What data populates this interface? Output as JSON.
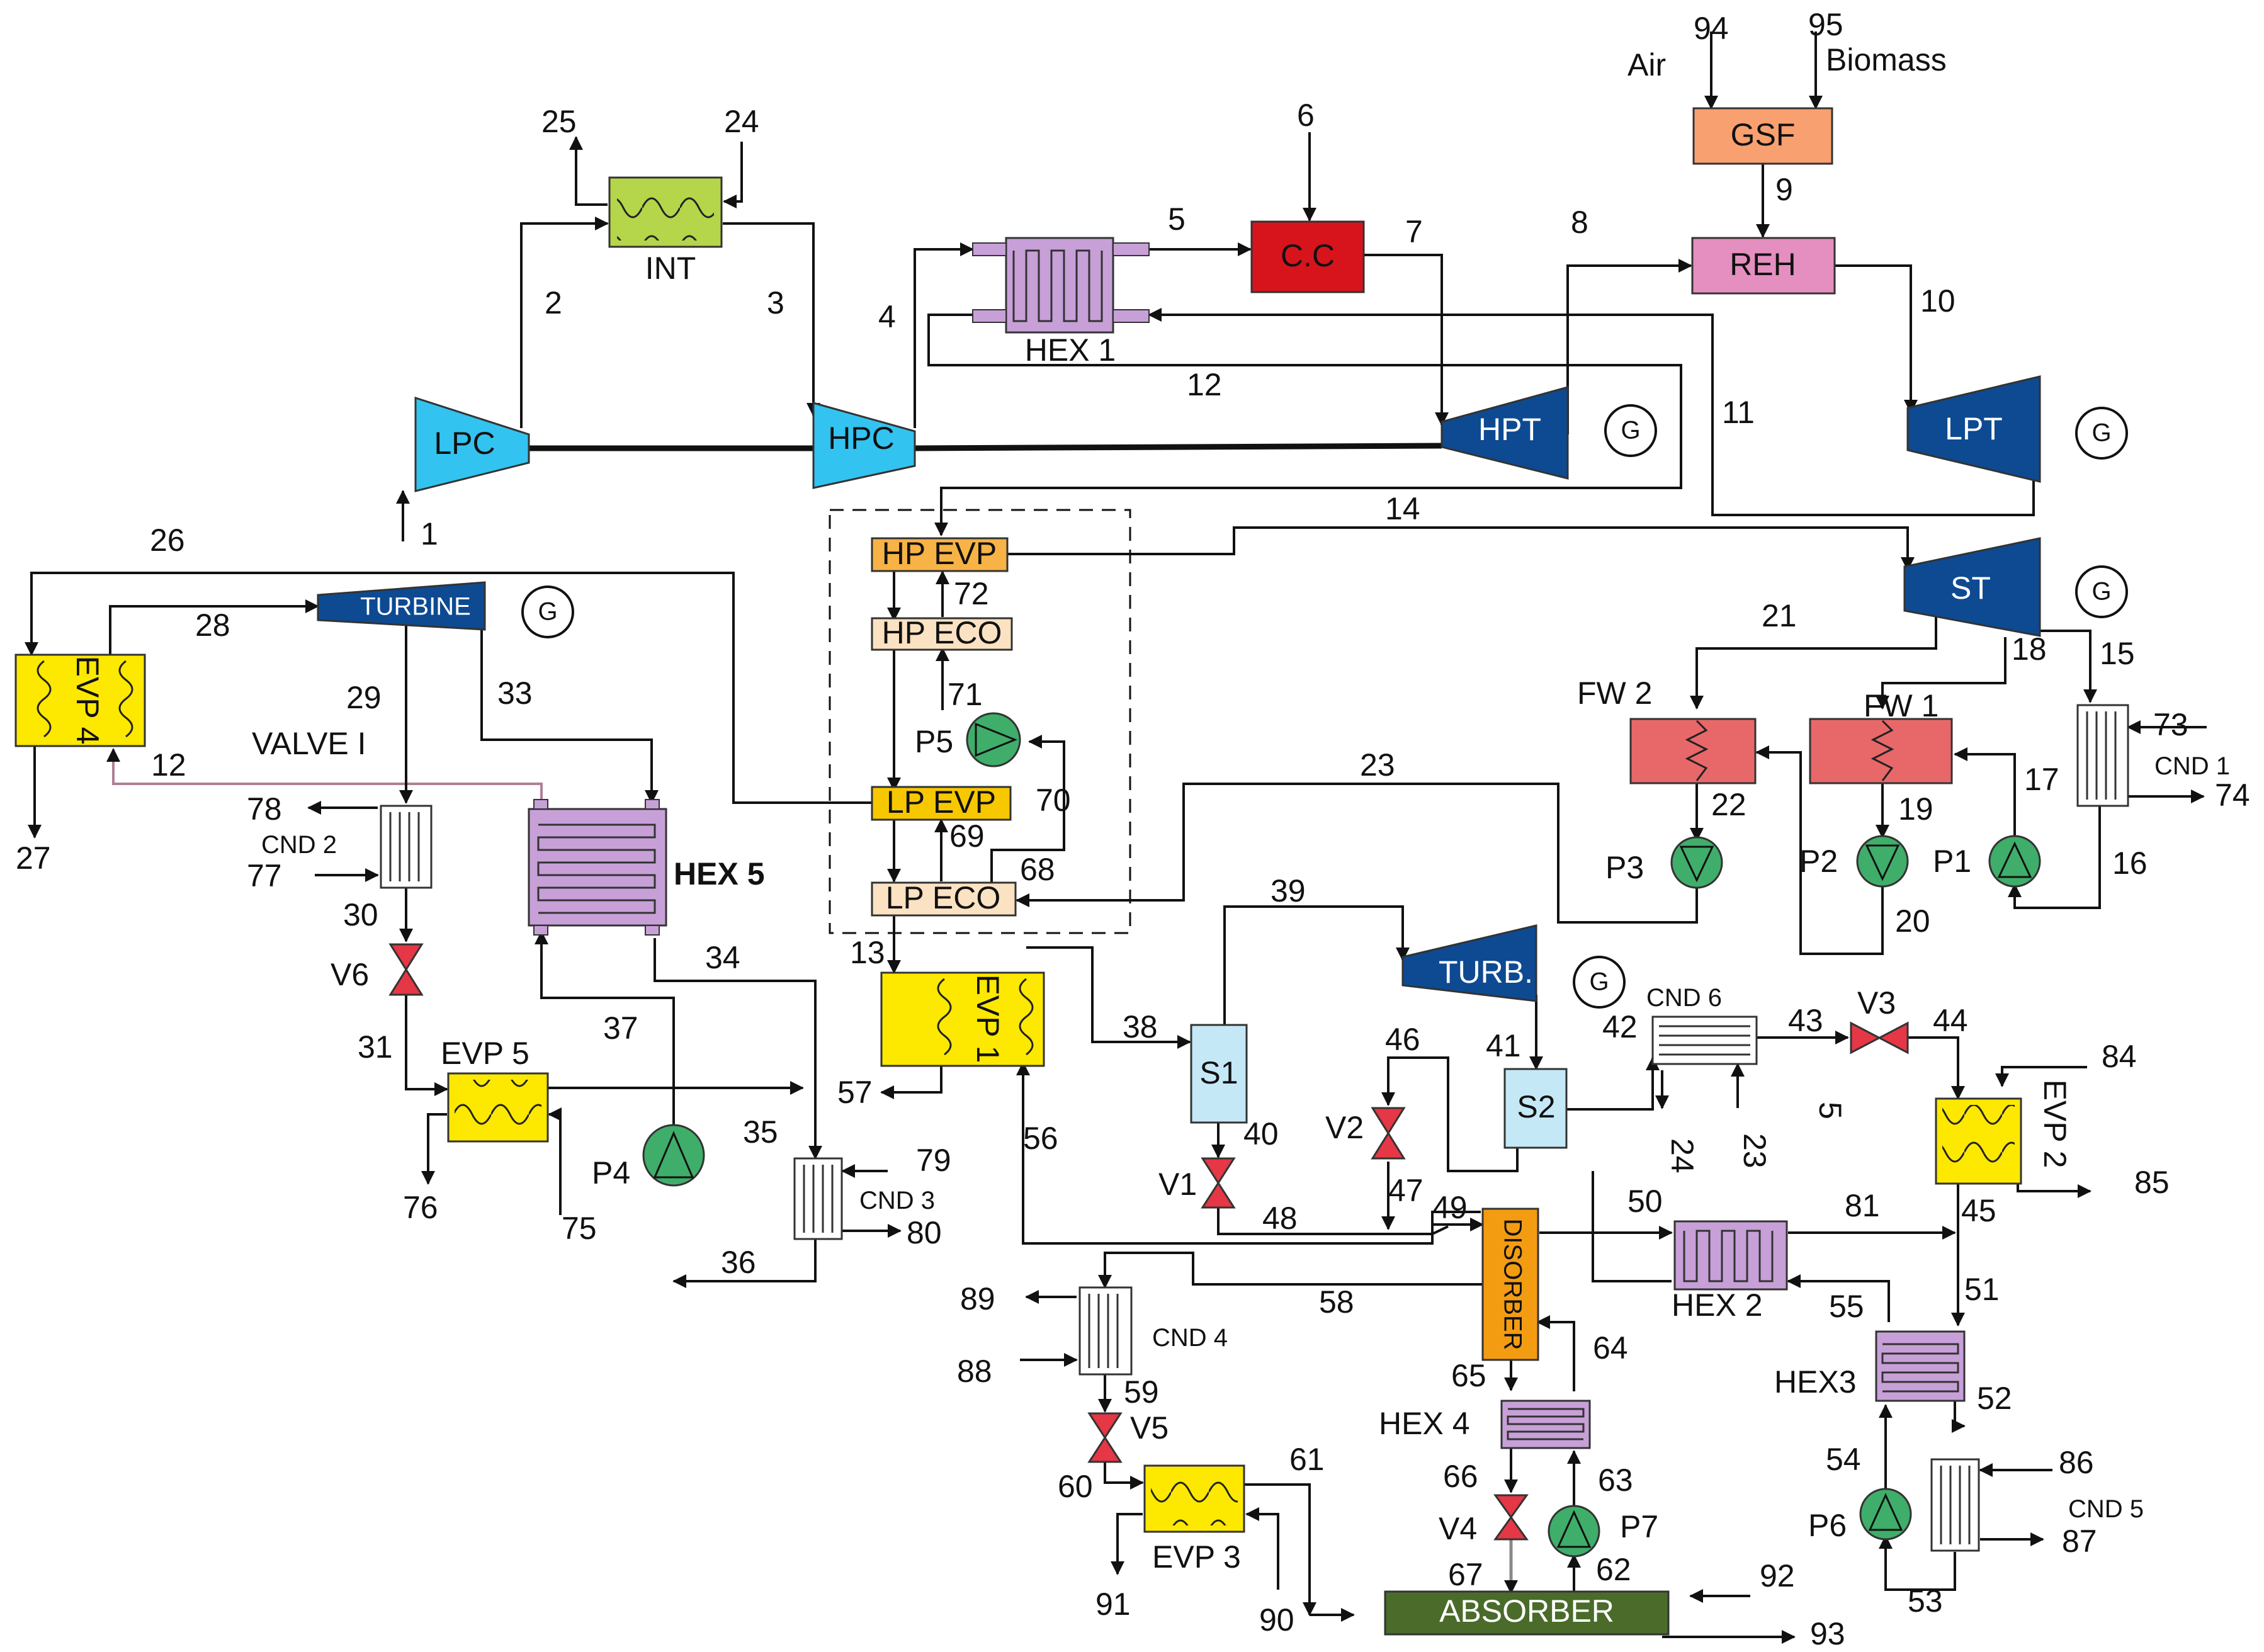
{
  "components": {
    "gsf": "GSF",
    "reh": "REH",
    "cc": "C.C",
    "int": "INT",
    "hex1": "HEX 1",
    "lpc": "LPC",
    "hpc": "HPC",
    "hpt": "HPT",
    "lpt": "LPT",
    "st": "ST",
    "hp_evp": "HP EVP",
    "hp_eco": "HP ECO",
    "lp_evp": "LP EVP",
    "lp_eco": "LP ECO",
    "p5": "P5",
    "fw2": "FW 2",
    "fw1": "FW 1",
    "p3": "P3",
    "p2": "P2",
    "p1": "P1",
    "cnd1": "CND 1",
    "turbine": "TURBINE",
    "evp4": "EVP 4",
    "valve1": "VALVE I",
    "cnd2": "CND 2",
    "hex5": "HEX 5",
    "v6": "V6",
    "evp5": "EVP 5",
    "p4": "P4",
    "cnd3": "CND 3",
    "evp1": "EVP 1",
    "s1": "S1",
    "v1": "V1",
    "turb": "TURB.",
    "v2": "V2",
    "s2": "S2",
    "cnd6": "CND 6",
    "v3": "V3",
    "evp2": "EVP 2",
    "disorber": "DISORBER",
    "hex2": "HEX 2",
    "hex3": "HEX3",
    "cnd4": "CND 4",
    "v5": "V5",
    "evp3": "EVP 3",
    "hex4": "HEX 4",
    "v4": "V4",
    "p7": "P7",
    "absorber": "ABSORBER",
    "p6": "P6",
    "cnd5": "CND 5"
  },
  "stream_labels": {
    "air": "Air",
    "biomass": "Biomass",
    "s1": "1",
    "s2": "2",
    "s3": "3",
    "s4": "4",
    "s5": "5",
    "s6": "6",
    "s7": "7",
    "s8": "8",
    "s9": "9",
    "s10": "10",
    "s11": "11",
    "s12": "12",
    "s12b": "12",
    "s13": "13",
    "s14": "14",
    "s15": "15",
    "s16": "16",
    "s17": "17",
    "s18": "18",
    "s19": "19",
    "s20": "20",
    "s21": "21",
    "s22": "22",
    "s23": "23",
    "s23b": "23",
    "s24": "24",
    "s24b": "24",
    "s25": "25",
    "s26": "26",
    "s27": "27",
    "s28": "28",
    "s29": "29",
    "s30": "30",
    "s31": "31",
    "s33": "33",
    "s34": "34",
    "s35": "35",
    "s36": "36",
    "s37": "37",
    "s38": "38",
    "s39": "39",
    "s40": "40",
    "s41": "41",
    "s42": "42",
    "s43": "43",
    "s44": "44",
    "s45": "45",
    "s46": "46",
    "s47": "47",
    "s48": "48",
    "s49": "49",
    "s50": "50",
    "s51": "51",
    "s52": "52",
    "s53": "53",
    "s54": "54",
    "s55": "55",
    "s56": "56",
    "s57": "57",
    "s58": "58",
    "s59": "59",
    "s60": "60",
    "s61": "61",
    "s62": "62",
    "s63": "63",
    "s64": "64",
    "s65": "65",
    "s66": "66",
    "s67": "67",
    "s68": "68",
    "s69": "69",
    "s70": "70",
    "s71": "71",
    "s72": "72",
    "s73": "73",
    "s74": "74",
    "s75": "75",
    "s76": "76",
    "s77": "77",
    "s78": "78",
    "s79": "79",
    "s80": "80",
    "s81": "81",
    "s84": "84",
    "s85": "85",
    "s86": "86",
    "s87": "87",
    "s88": "88",
    "s89": "89",
    "s90": "90",
    "s91": "91",
    "s92": "92",
    "s93": "93",
    "s94": "94",
    "s95": "95",
    "s5b": "5"
  },
  "colors": {
    "gsf": "#f9a070",
    "reh": "#e48fbf",
    "cc": "#d7141c",
    "int": "#b5d54a",
    "hex": "#c8a0d8",
    "compressor": "#33c3f0",
    "turbine": "#0d4a92",
    "hp_evp": "#f7b345",
    "hp_eco": "#fbe2c2",
    "lp_evp": "#f7c800",
    "lp_eco": "#fbe2c2",
    "evp": "#fde800",
    "fw": "#e8686a",
    "pump": "#3fae6a",
    "valve": "#e53745",
    "separator": "#c5e8f7",
    "disorber": "#f39c12",
    "absorber": "#4a6b2a"
  }
}
